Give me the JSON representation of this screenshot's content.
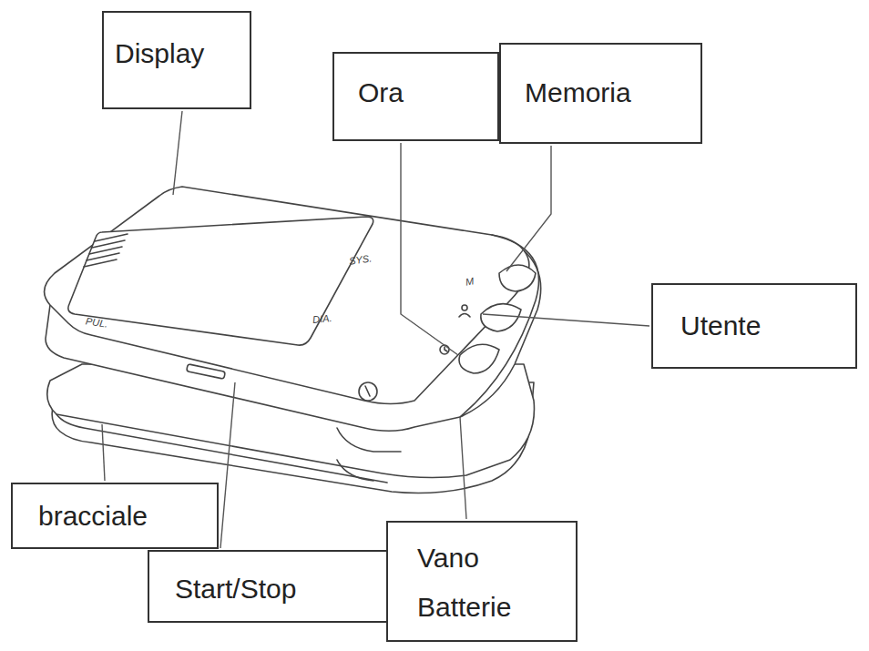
{
  "diagram": {
    "nodes": [
      {
        "text": [
          "Display"
        ]
      },
      {
        "text": [
          "Ora"
        ]
      },
      {
        "text": [
          "Memoria"
        ]
      },
      {
        "text": [
          "Utente"
        ]
      },
      {
        "text": [
          "bracciale"
        ]
      },
      {
        "text": [
          "Start/Stop"
        ]
      },
      {
        "text": [
          "Vano Batterie"
        ]
      }
    ],
    "labels": [
      "SYS.",
      "DIA.",
      "PUL.",
      "M"
    ]
  }
}
